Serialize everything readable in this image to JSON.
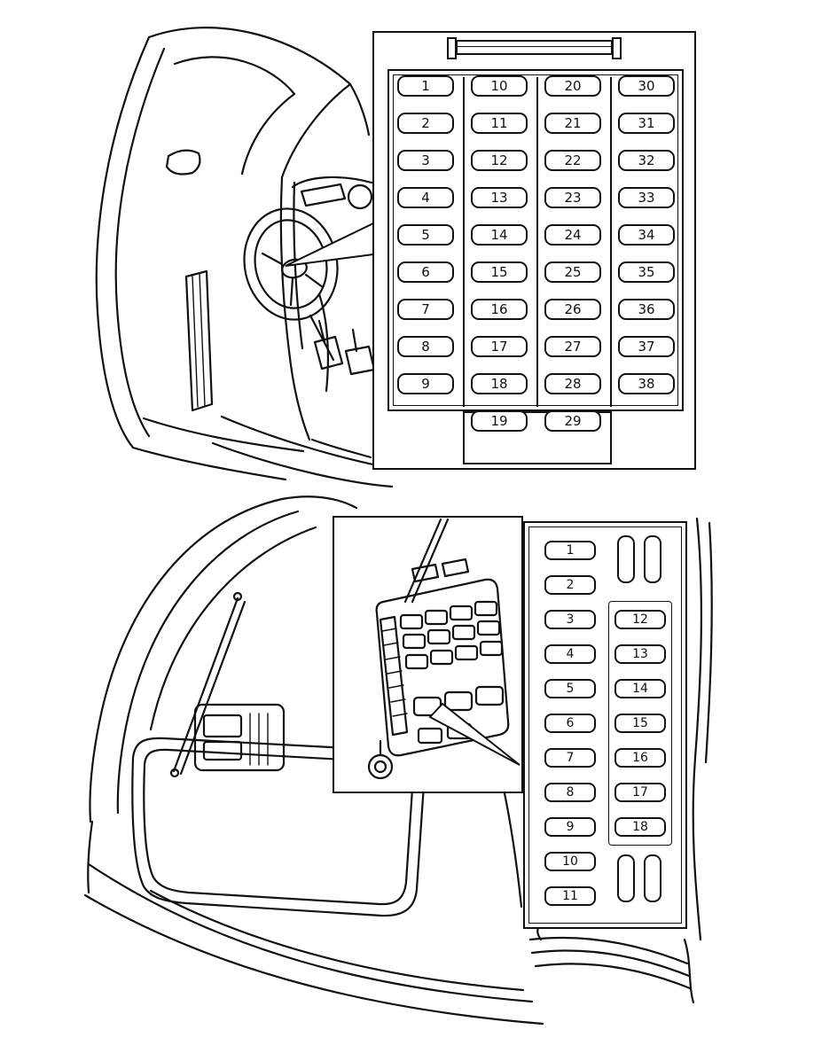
{
  "cabin_fuse_panel": {
    "columns": [
      {
        "fuses": [
          "1",
          "2",
          "3",
          "4",
          "5",
          "6",
          "7",
          "8",
          "9"
        ]
      },
      {
        "fuses": [
          "10",
          "11",
          "12",
          "13",
          "14",
          "15",
          "16",
          "17",
          "18",
          "19"
        ]
      },
      {
        "fuses": [
          "20",
          "21",
          "22",
          "23",
          "24",
          "25",
          "26",
          "27",
          "28",
          "29"
        ]
      },
      {
        "fuses": [
          "30",
          "31",
          "32",
          "33",
          "34",
          "35",
          "36",
          "37",
          "38"
        ]
      }
    ]
  },
  "cargo_fuse_panel": {
    "left_column": [
      "1",
      "2",
      "3",
      "4",
      "5",
      "6",
      "7",
      "8",
      "9",
      "10",
      "11"
    ],
    "right_column": [
      "12",
      "13",
      "14",
      "15",
      "16",
      "17",
      "18"
    ]
  }
}
